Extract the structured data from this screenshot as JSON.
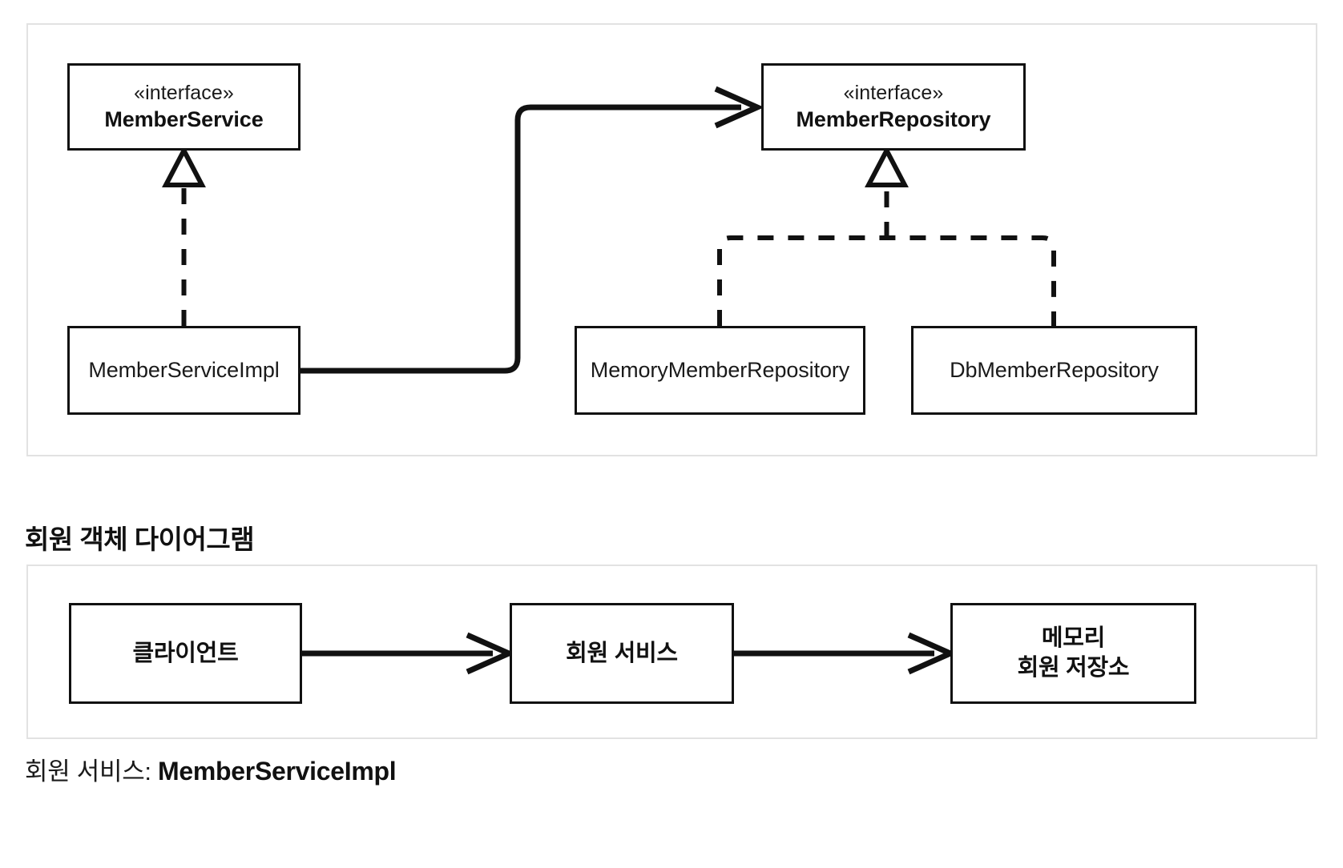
{
  "class_diagram": {
    "panel_label": "class-diagram-panel",
    "boxes": [
      {
        "id": "member-service",
        "stereotype": "«interface»",
        "name": "MemberService"
      },
      {
        "id": "member-repository",
        "stereotype": "«interface»",
        "name": "MemberRepository"
      },
      {
        "id": "member-service-impl",
        "name": "MemberServiceImpl"
      },
      {
        "id": "memory-member-repository",
        "name": "MemoryMemberRepository"
      },
      {
        "id": "db-member-repository",
        "name": "DbMemberRepository"
      }
    ],
    "relations": [
      {
        "from": "MemberServiceImpl",
        "to": "MemberService",
        "type": "realization",
        "style": "dashed",
        "arrow": "hollow-triangle"
      },
      {
        "from": "MemoryMemberRepository",
        "to": "MemberRepository",
        "type": "realization",
        "style": "dashed",
        "arrow": "hollow-triangle"
      },
      {
        "from": "DbMemberRepository",
        "to": "MemberRepository",
        "type": "realization",
        "style": "dashed",
        "arrow": "hollow-triangle"
      },
      {
        "from": "MemberServiceImpl",
        "to": "MemberRepository",
        "type": "association",
        "style": "solid",
        "arrow": "open"
      }
    ]
  },
  "section_heading": "회원 객체 다이어그램",
  "object_diagram": {
    "panel_label": "object-diagram-panel",
    "boxes": [
      {
        "id": "client",
        "lines": [
          "클라이언트"
        ]
      },
      {
        "id": "member-service",
        "lines": [
          "회원 서비스"
        ]
      },
      {
        "id": "memory-store",
        "lines": [
          "메모리",
          "회원 저장소"
        ]
      }
    ],
    "relations": [
      {
        "from": "클라이언트",
        "to": "회원 서비스",
        "style": "solid",
        "arrow": "open"
      },
      {
        "from": "회원 서비스",
        "to": "메모리 회원 저장소",
        "style": "solid",
        "arrow": "open"
      }
    ]
  },
  "caption": {
    "label": "회원 서비스: ",
    "value": "MemberServiceImpl"
  },
  "colors": {
    "panel_border": "#e2e2e2",
    "box_border": "#111111",
    "line": "#111111",
    "text": "#1a1a1a",
    "background": "#ffffff"
  }
}
